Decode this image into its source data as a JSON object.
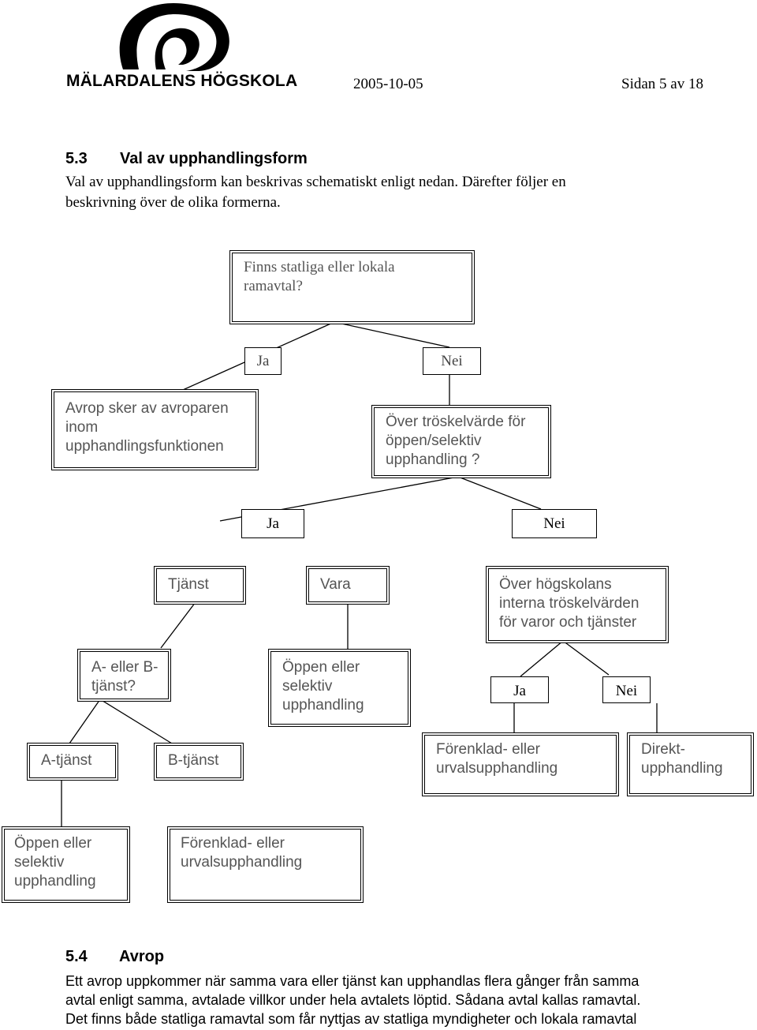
{
  "header": {
    "logo_text": "MÄLARDALENS HÖGSKOLA",
    "date": "2005-10-05",
    "page_label": "Sidan 5 av 18"
  },
  "section_53": {
    "number": "5.3",
    "title": "Val av upphandlingsform",
    "intro_lines": [
      "Val av upphandlingsform kan beskrivas schematiskt enligt nedan. Därefter följer en",
      "beskrivning över de olika formerna."
    ]
  },
  "flowchart": {
    "q_ramavtal": [
      "Finns statliga eller lokala",
      "ramavtal?"
    ],
    "ja1": "Ja",
    "nei1": "Nei",
    "avrop": [
      "Avrop sker av avroparen",
      "inom",
      "upphandlingsfunktionen"
    ],
    "q_troskel": [
      "Över tröskelvärde för",
      "öppen/selektiv",
      "upphandling ?"
    ],
    "ja2": "Ja",
    "nei2": "Nei",
    "tjanst": "Tjänst",
    "vara": "Vara",
    "q_hogskola": [
      "Över högskolans",
      "interna tröskelvärden",
      "för varor och tjänster"
    ],
    "q_ab": [
      "A- eller B-",
      "tjänst?"
    ],
    "oppen1": [
      "Öppen eller",
      "selektiv",
      "upphandling"
    ],
    "ja3": "Ja",
    "nei3": "Nei",
    "a_tjanst": "A-tjänst",
    "b_tjanst": "B-tjänst",
    "forenklad1": [
      "Förenklad- eller",
      "urvalsupphandling"
    ],
    "direkt": [
      "Direkt-",
      "upphandling"
    ],
    "oppen2": [
      "Öppen eller",
      "selektiv",
      "upphandling"
    ],
    "forenklad2": [
      "Förenklad- eller",
      "urvalsupphandling"
    ]
  },
  "section_54": {
    "number": "5.4",
    "title": "Avrop",
    "lines": [
      "Ett avrop uppkommer när samma vara eller tjänst kan upphandlas flera gånger från samma",
      "avtal enligt samma, avtalade villkor under hela avtalets löptid. Sådana avtal kallas ramavtal.",
      "Det finns både statliga ramavtal som får nyttjas av statliga myndigheter och lokala ramavtal"
    ]
  }
}
